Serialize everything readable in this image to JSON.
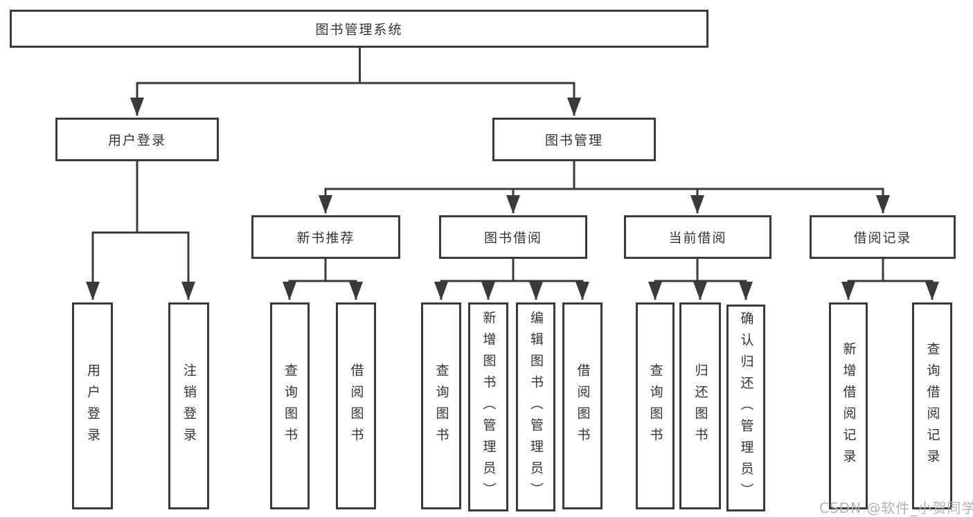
{
  "diagram": {
    "title": "图书管理系统",
    "type": "hierarchy-tree",
    "colors": {
      "line": "#3a3a3a",
      "text": "#333333",
      "background": "#ffffff",
      "watermark": "#b3b3b3"
    },
    "nodes": {
      "root": "图书管理系统",
      "user_login": "用户登录",
      "book_mgmt": "图书管理",
      "new_book": "新书推荐",
      "book_borrow": "图书借阅",
      "current_borrow": "当前借阅",
      "borrow_records": "借阅记录",
      "login_user": "用户登录",
      "login_logout": "注销登录",
      "nb_query": "查询图书",
      "nb_borrow": "借阅图书",
      "bb_query": "查询图书",
      "bb_add": "新增图书（管理员）",
      "bb_edit": "编辑图书（管理员）",
      "bb_borrow": "借阅图书",
      "cb_query": "查询图书",
      "cb_return": "归还图书",
      "cb_confirm": "确认归还（管理员）",
      "br_add": "新增借阅记录",
      "br_query": "查询借阅记录"
    },
    "structure": {
      "图书管理系统": [
        "用户登录",
        "图书管理"
      ],
      "用户登录": [
        "用户登录",
        "注销登录"
      ],
      "图书管理": [
        "新书推荐",
        "图书借阅",
        "当前借阅",
        "借阅记录"
      ],
      "新书推荐": [
        "查询图书",
        "借阅图书"
      ],
      "图书借阅": [
        "查询图书",
        "新增图书（管理员）",
        "编辑图书（管理员）",
        "借阅图书"
      ],
      "当前借阅": [
        "查询图书",
        "归还图书",
        "确认归还（管理员）"
      ],
      "借阅记录": [
        "新增借阅记录",
        "查询借阅记录"
      ]
    },
    "watermark": "CSDN @软件_小贺同学"
  }
}
